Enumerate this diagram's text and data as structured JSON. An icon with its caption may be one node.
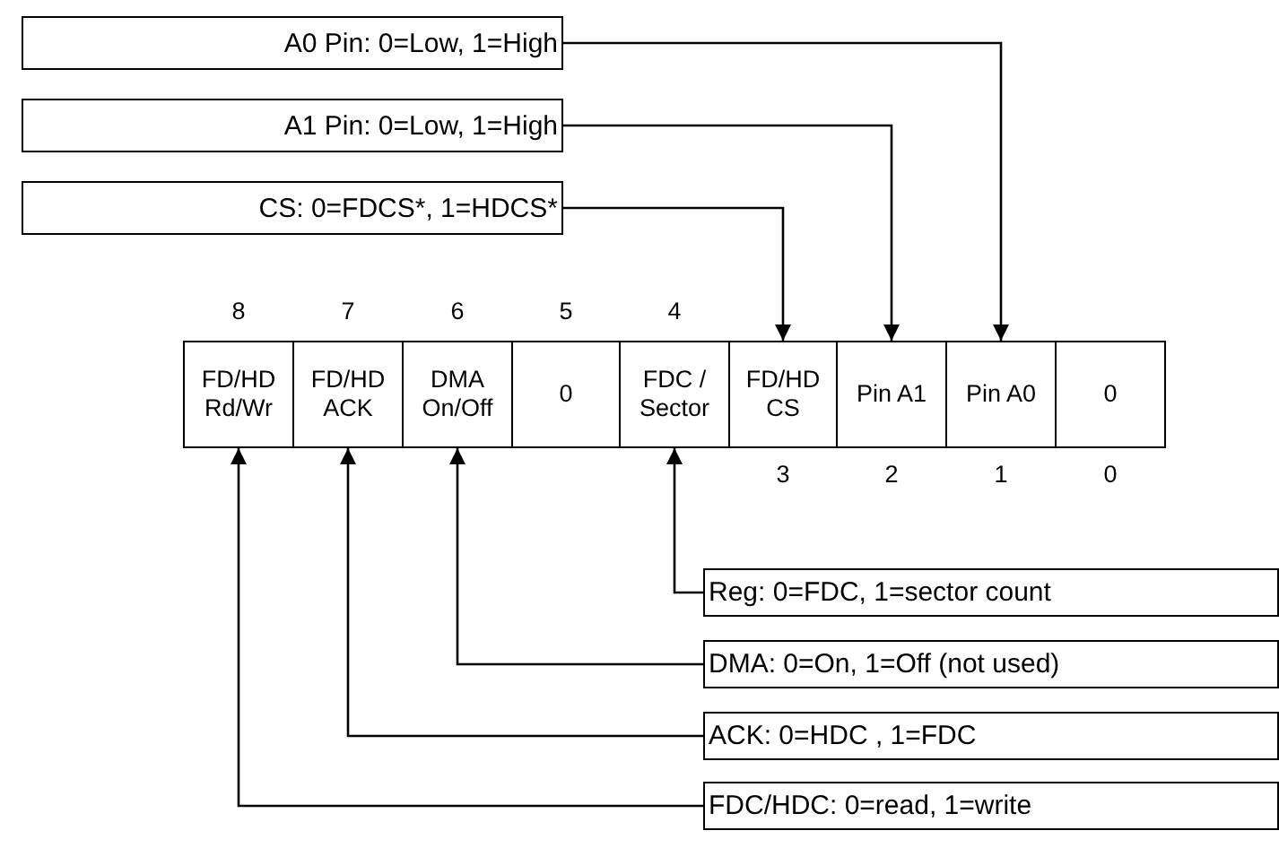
{
  "diagram": {
    "nodes": [
      {
        "text": [
          "A0 Pin: 0=Low, 1=High"
        ]
      },
      {
        "text": [
          "A1 Pin: 0=Low, 1=High"
        ]
      },
      {
        "text": [
          "CS: 0=FDCS*, 1=HDCS*"
        ]
      },
      {
        "text": [
          "FD/HD Rd/Wr"
        ],
        "beside": [
          "8"
        ]
      },
      {
        "text": [
          "FD/HD ACK"
        ],
        "beside": [
          "7"
        ]
      },
      {
        "text": [
          "DMA On/Off"
        ],
        "beside": [
          "6"
        ]
      },
      {
        "text": [
          "0"
        ],
        "beside": [
          "5"
        ]
      },
      {
        "text": [
          "FDC / Sector"
        ],
        "beside": [
          "4"
        ]
      },
      {
        "text": [
          "FD/HD CS"
        ],
        "beside": [
          "3"
        ]
      },
      {
        "text": [
          "Pin A1"
        ],
        "beside": [
          "2"
        ]
      },
      {
        "text": [
          "Pin A0"
        ],
        "beside": [
          "1"
        ]
      },
      {
        "text": [
          "0"
        ],
        "beside": [
          "0"
        ]
      },
      {
        "text": [
          "Reg: 0=FDC, 1=sector count"
        ]
      },
      {
        "text": [
          "DMA: 0=On, 1=Off (not used)"
        ]
      },
      {
        "text": [
          "ACK: 0=HDC , 1=FDC"
        ]
      },
      {
        "text": [
          "FDC/HDC: 0=read, 1=write"
        ]
      }
    ],
    "edges": [
      {
        "from": 0,
        "to": 10,
        "arrow": "to"
      },
      {
        "from": 1,
        "to": 9,
        "arrow": "to"
      },
      {
        "from": 2,
        "to": 8,
        "arrow": "to"
      },
      {
        "from": 12,
        "to": 7,
        "arrow": "to"
      },
      {
        "from": 13,
        "to": 5,
        "arrow": "to"
      },
      {
        "from": 14,
        "to": 4,
        "arrow": "to"
      },
      {
        "from": 15,
        "to": 3,
        "arrow": "to"
      }
    ]
  }
}
